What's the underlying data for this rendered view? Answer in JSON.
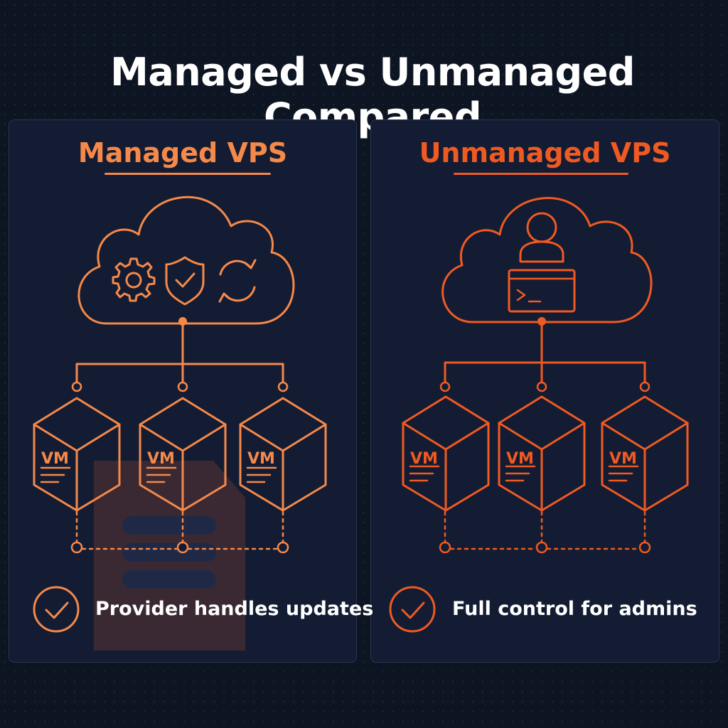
{
  "title": "Managed vs Unmanaged Compared",
  "colors": {
    "managed_accent": "#f5894a",
    "unmanaged_accent": "#ef5a22",
    "background": "#0d1422",
    "panel": "#131c33"
  },
  "managed": {
    "heading": "Managed VPS",
    "cloud_icons": [
      "gear-icon",
      "shield-check-icon",
      "refresh-icon"
    ],
    "vm_labels": [
      "VM",
      "VM",
      "VM"
    ],
    "feature_text": "Provider handles updates",
    "feature_icon": "check-circle-icon"
  },
  "unmanaged": {
    "heading": "Unmanaged VPS",
    "cloud_icons": [
      "user-icon",
      "terminal-icon"
    ],
    "vm_labels": [
      "VM",
      "VM",
      "VM"
    ],
    "feature_text": "Full control for admins",
    "feature_icon": "check-circle-icon"
  }
}
